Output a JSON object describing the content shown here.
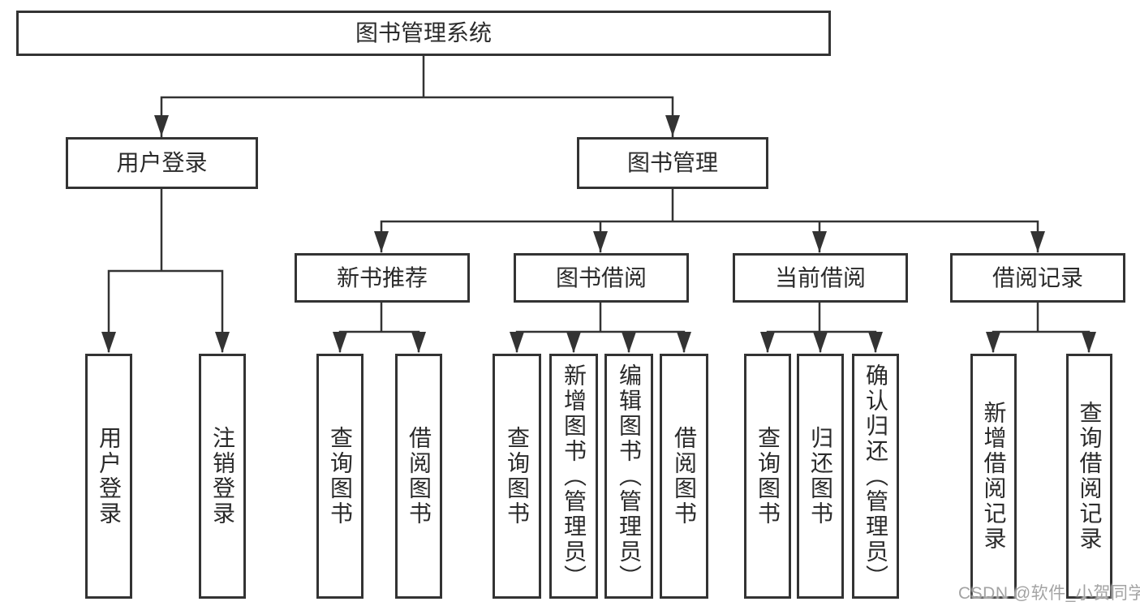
{
  "diagram": {
    "root": {
      "label": "图书管理系统"
    },
    "level2": [
      {
        "id": "user-login",
        "label": "用户登录"
      },
      {
        "id": "book-management",
        "label": "图书管理"
      }
    ],
    "level3": [
      {
        "id": "new-book-recommend",
        "label": "新书推荐",
        "parent": "book-management"
      },
      {
        "id": "book-borrow",
        "label": "图书借阅",
        "parent": "book-management"
      },
      {
        "id": "current-borrow",
        "label": "当前借阅",
        "parent": "book-management"
      },
      {
        "id": "borrow-records",
        "label": "借阅记录",
        "parent": "book-management"
      }
    ],
    "leaves": [
      {
        "id": "user-login-leaf",
        "label": "用户登录",
        "parent": "user-login"
      },
      {
        "id": "logout",
        "label": "注销登录",
        "parent": "user-login"
      },
      {
        "id": "query-books-recommend",
        "label": "查询图书",
        "parent": "new-book-recommend"
      },
      {
        "id": "borrow-books-recommend",
        "label": "借阅图书",
        "parent": "new-book-recommend"
      },
      {
        "id": "query-books-borrow",
        "label": "查询图书",
        "parent": "book-borrow"
      },
      {
        "id": "add-books-admin",
        "label": "新增图书（管理员）",
        "parent": "book-borrow"
      },
      {
        "id": "edit-books-admin",
        "label": "编辑图书（管理员）",
        "parent": "book-borrow"
      },
      {
        "id": "borrow-books-borrow",
        "label": "借阅图书",
        "parent": "book-borrow"
      },
      {
        "id": "query-books-current",
        "label": "查询图书",
        "parent": "current-borrow"
      },
      {
        "id": "return-books",
        "label": "归还图书",
        "parent": "current-borrow"
      },
      {
        "id": "confirm-return-admin",
        "label": "确认归还（管理员）",
        "parent": "current-borrow"
      },
      {
        "id": "add-borrow-record",
        "label": "新增借阅记录",
        "parent": "borrow-records"
      },
      {
        "id": "query-borrow-record",
        "label": "查询借阅记录",
        "parent": "borrow-records"
      }
    ]
  },
  "watermark": {
    "text": "CSDN @软件_小贺同学"
  },
  "colors": {
    "line": "#333333",
    "box_border": "#333333",
    "box_fill": "#ffffff",
    "text": "#2a2a2a",
    "watermark": "#a3a3a3",
    "background": "#ffffff"
  }
}
